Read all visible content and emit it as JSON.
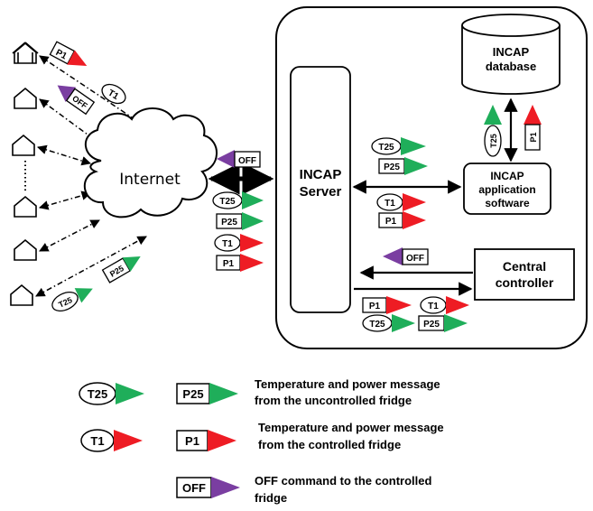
{
  "colors": {
    "green": "#1fae5a",
    "red": "#ee1c24",
    "purple": "#7a3ea1",
    "stroke": "#000000",
    "cloud_fill": "#ffffff"
  },
  "nodes": {
    "internet": "Internet",
    "server_line1": "INCAP",
    "server_line2": "Server",
    "db_line1": "INCAP",
    "db_line2": "database",
    "app_line1": "INCAP",
    "app_line2": "application",
    "app_line3": "software",
    "ctrl_line1": "Central",
    "ctrl_line2": "controller"
  },
  "messages": {
    "t25": "T25",
    "p25": "P25",
    "t1": "T1",
    "p1": "P1",
    "off": "OFF"
  },
  "legend": {
    "uncontrolled_line1": "Temperature  and power message",
    "uncontrolled_line2": "from the uncontrolled fridge",
    "controlled_line1": "Temperature  and power message",
    "controlled_line2": "from the controlled fridge",
    "off_line1": "OFF command to the controlled",
    "off_line2": "fridge"
  },
  "houses": {
    "count": 6,
    "ellipsis": "……"
  }
}
